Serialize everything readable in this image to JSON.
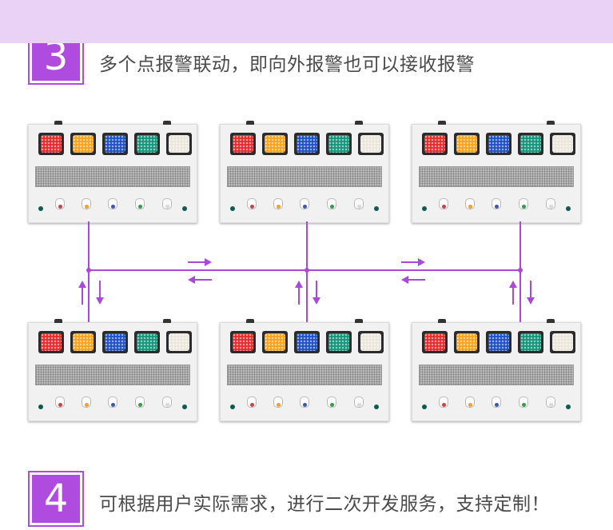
{
  "sections": [
    {
      "number": "3",
      "text": "多个点报警联动，即向外报警也可以接收报警"
    },
    {
      "number": "4",
      "text": "可根据用户实际需求，进行二次开发服务，支持定制！"
    }
  ],
  "lamp_colors": [
    "#e42a2a",
    "#f6a21b",
    "#1d4fc4",
    "#13957a",
    "#ebe6dc"
  ],
  "button_dot_colors": [
    "#d84040",
    "#e9a13a",
    "#3a58b0",
    "#2ea04a",
    "#d8d8d8"
  ],
  "accent": "#a84ad6"
}
